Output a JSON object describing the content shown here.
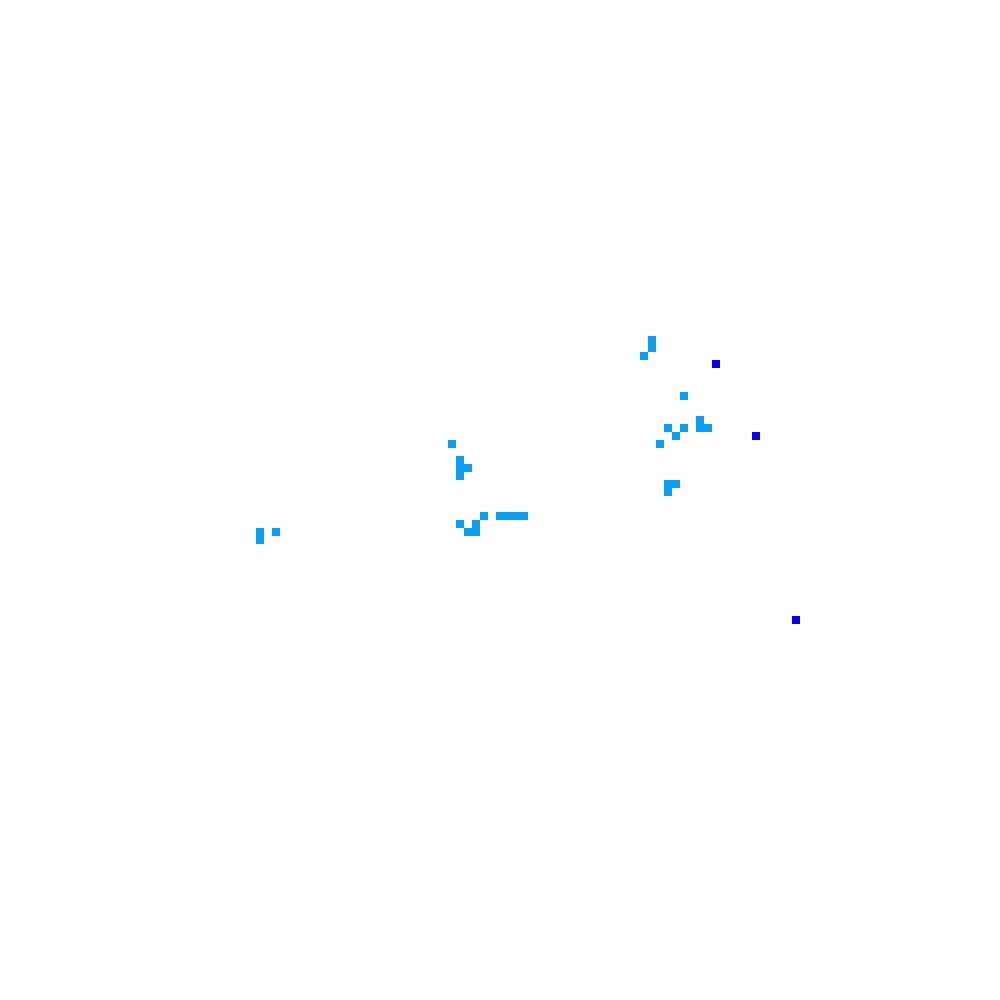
{
  "map": {
    "background_color": "#ffffff",
    "palette": {
      "light": "#0a9ff0",
      "dark": "#0a00f0"
    },
    "cells": [
      {
        "kind": "light",
        "col": 81,
        "row": 42,
        "w": 1,
        "h": 2
      },
      {
        "kind": "light",
        "col": 80,
        "row": 44,
        "w": 1,
        "h": 1
      },
      {
        "kind": "dark",
        "col": 89,
        "row": 45,
        "w": 1,
        "h": 1
      },
      {
        "kind": "light",
        "col": 85,
        "row": 49,
        "w": 1,
        "h": 1
      },
      {
        "kind": "light",
        "col": 87,
        "row": 52,
        "w": 1,
        "h": 1
      },
      {
        "kind": "light",
        "col": 87,
        "row": 53,
        "w": 2,
        "h": 1
      },
      {
        "kind": "light",
        "col": 83,
        "row": 53,
        "w": 1,
        "h": 1
      },
      {
        "kind": "light",
        "col": 85,
        "row": 53,
        "w": 1,
        "h": 1
      },
      {
        "kind": "light",
        "col": 84,
        "row": 54,
        "w": 1,
        "h": 1
      },
      {
        "kind": "light",
        "col": 82,
        "row": 55,
        "w": 1,
        "h": 1
      },
      {
        "kind": "dark",
        "col": 94,
        "row": 54,
        "w": 1,
        "h": 1
      },
      {
        "kind": "light",
        "col": 56,
        "row": 55,
        "w": 1,
        "h": 1
      },
      {
        "kind": "light",
        "col": 57,
        "row": 57,
        "w": 1,
        "h": 3
      },
      {
        "kind": "light",
        "col": 58,
        "row": 58,
        "w": 1,
        "h": 1
      },
      {
        "kind": "light",
        "col": 83,
        "row": 60,
        "w": 1,
        "h": 2
      },
      {
        "kind": "light",
        "col": 84,
        "row": 60,
        "w": 1,
        "h": 1
      },
      {
        "kind": "light",
        "col": 62,
        "row": 64,
        "w": 4,
        "h": 1
      },
      {
        "kind": "light",
        "col": 60,
        "row": 64,
        "w": 1,
        "h": 1
      },
      {
        "kind": "light",
        "col": 59,
        "row": 65,
        "w": 1,
        "h": 1
      },
      {
        "kind": "light",
        "col": 57,
        "row": 65,
        "w": 1,
        "h": 1
      },
      {
        "kind": "light",
        "col": 58,
        "row": 66,
        "w": 2,
        "h": 1
      },
      {
        "kind": "light",
        "col": 32,
        "row": 66,
        "w": 1,
        "h": 2
      },
      {
        "kind": "light",
        "col": 34,
        "row": 66,
        "w": 1,
        "h": 1
      },
      {
        "kind": "dark",
        "col": 99,
        "row": 77,
        "w": 1,
        "h": 1
      }
    ]
  }
}
